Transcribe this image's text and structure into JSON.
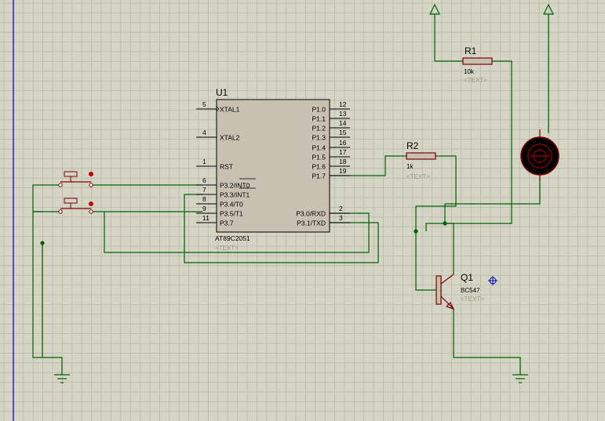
{
  "colors": {
    "background": "#d5d5c5",
    "grid": "#b9b9a9",
    "wire": "#006000",
    "component": "#800000",
    "ic_fill": "#c8c0b0",
    "label": "#000000",
    "placeholder": "#9a9a8a",
    "edge_line": "#0000c0"
  },
  "u1": {
    "ref": "U1",
    "part": "AT89C2051",
    "placeholder": "<TEXT>",
    "left_pins": [
      {
        "num": "5",
        "name": "XTAL1"
      },
      {
        "num": "4",
        "name": "XTAL2"
      },
      {
        "num": "1",
        "name": "RST"
      },
      {
        "num": "6",
        "name": "P3.2/INT0"
      },
      {
        "num": "7",
        "name": "P3.3/INT1"
      },
      {
        "num": "8",
        "name": "P3.4/T0"
      },
      {
        "num": "9",
        "name": "P3.5/T1"
      },
      {
        "num": "11",
        "name": "P3.7"
      }
    ],
    "right_pins": [
      {
        "num": "12",
        "name": "P1.0"
      },
      {
        "num": "13",
        "name": "P1.1"
      },
      {
        "num": "14",
        "name": "P1.2"
      },
      {
        "num": "15",
        "name": "P1.3"
      },
      {
        "num": "16",
        "name": "P1.4"
      },
      {
        "num": "17",
        "name": "P1.5"
      },
      {
        "num": "18",
        "name": "P1.6"
      },
      {
        "num": "19",
        "name": "P1.7"
      },
      {
        "num": "2",
        "name": "P3.0/RXD"
      },
      {
        "num": "3",
        "name": "P3.1/TXD"
      }
    ]
  },
  "r1": {
    "ref": "R1",
    "value": "10k",
    "placeholder": "<TEXT>"
  },
  "r2": {
    "ref": "R2",
    "value": "1k",
    "placeholder": "<TEXT>"
  },
  "q1": {
    "ref": "Q1",
    "part": "BC547",
    "placeholder": "<TEXT>"
  }
}
